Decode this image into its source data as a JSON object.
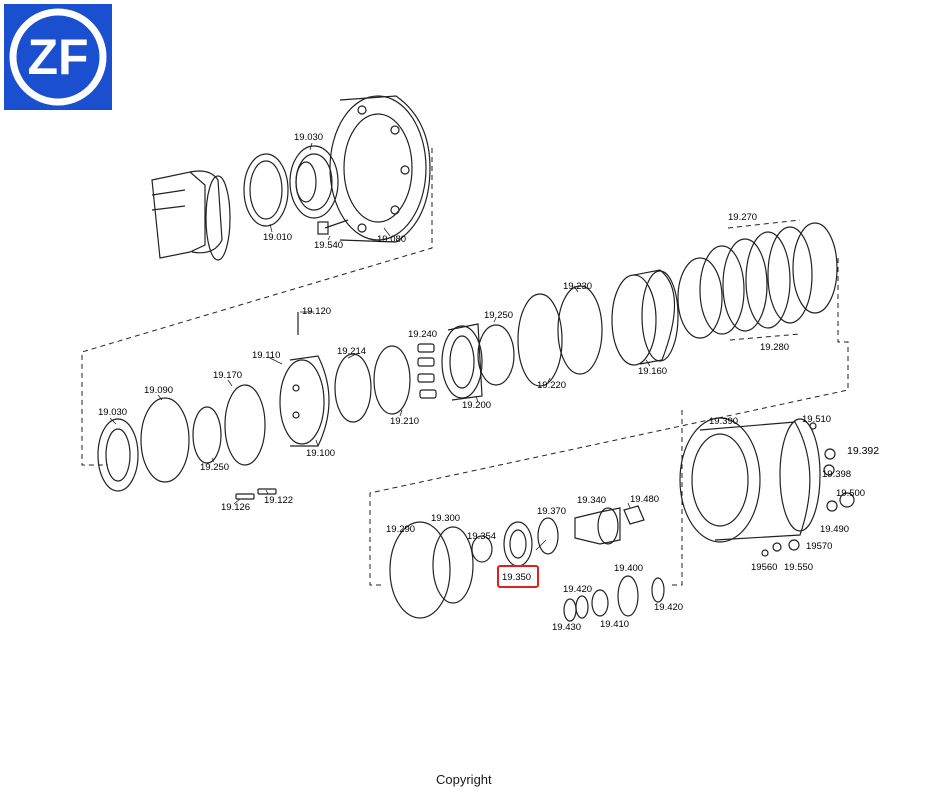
{
  "logo": {
    "text": "ZF",
    "bg_color": "#1a4fcf",
    "fg_color": "#ffffff"
  },
  "highlight_color": "#e02020",
  "highlighted_part": "19.350",
  "parts": {
    "p19010": "19.010",
    "p19030a": "19.030",
    "p19540": "19.540",
    "p19080": "19.080",
    "p19270": "19.270",
    "p19280": "19.280",
    "p19230": "19.230",
    "p19250a": "19.250",
    "p19240": "19.240",
    "p19220": "19.220",
    "p19160": "19.160",
    "p19200": "19.200",
    "p19214": "19.214",
    "p19210": "19.210",
    "p19120": "19.120",
    "p19110": "19.110",
    "p19170": "19.170",
    "p19090": "19.090",
    "p19030b": "19.030",
    "p19250b": "19.250",
    "p19100": "19.100",
    "p19126": "19.126",
    "p19122": "19.122",
    "p19390": "19.390",
    "p19510": "19.510",
    "p19392": "19.392",
    "p19398": "19.398",
    "p19500": "19.500",
    "p19490": "19.490",
    "p19560": "19560",
    "p19550": "19.550",
    "p19570": "19570",
    "p19340": "19.340",
    "p19480": "19.480",
    "p19370": "19.370",
    "p19300": "19.300",
    "p19354": "19.354",
    "p19290": "19.290",
    "p19350": "19.350",
    "p19400": "19.400",
    "p19420a": "19.420",
    "p19420b": "19.420",
    "p19430": "19.430",
    "p19410": "19.410"
  },
  "footer": {
    "copyright": "Copyright"
  }
}
